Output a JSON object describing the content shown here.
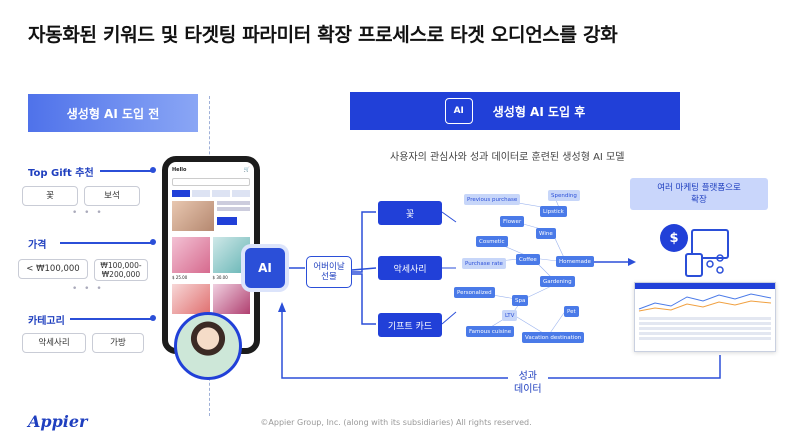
{
  "title": "자동화된 키워드 및 타겟팅 파라미터 확장 프로세스로 타겟 오디언스를 강화",
  "before": {
    "banner": "생성형 AI 도입 전",
    "sections": [
      {
        "label": "Top Gift 추천",
        "options": [
          "꽃",
          "보석"
        ]
      },
      {
        "label": "가격",
        "options": [
          "< ₩100,000",
          "₩100,000-\n₩200,000"
        ]
      },
      {
        "label": "카테고리",
        "options": [
          "악세사리",
          "가방"
        ]
      }
    ],
    "dots": "• • •"
  },
  "phone": {
    "brand": "Hello",
    "items": [
      "$ 25.00",
      "$ 30.00"
    ]
  },
  "ai_label": "AI",
  "gift_bubble": "어버이날\n선물",
  "after": {
    "banner": "생성형 AI 도입 후",
    "chip": "AI",
    "subtitle": "사용자의 관심사와 성과 데이터로 훈련된 생성형 AI 모델",
    "categories": [
      "꽃",
      "악세사리",
      "기프트 카드"
    ],
    "nodes": [
      "Previous purchase",
      "Spending",
      "Lipstick",
      "Flower",
      "Wine",
      "Cosmetic",
      "Purchase rate",
      "Coffee",
      "Homemade",
      "Gardening",
      "Personalized",
      "Spa",
      "Pet",
      "LTV",
      "Famous cuisine",
      "Vacation destination"
    ],
    "marketing_label": "여러 마케팅 플랫폼으로\n확장",
    "data_label": "성과\n데이터"
  },
  "colors": {
    "primary": "#2140d8",
    "accent": "#4a7ae8",
    "light": "#c9d6fb"
  },
  "footer": "©Appier Group, Inc. (along with its subsidiaries) All rights reserved.",
  "logo": "Appier"
}
